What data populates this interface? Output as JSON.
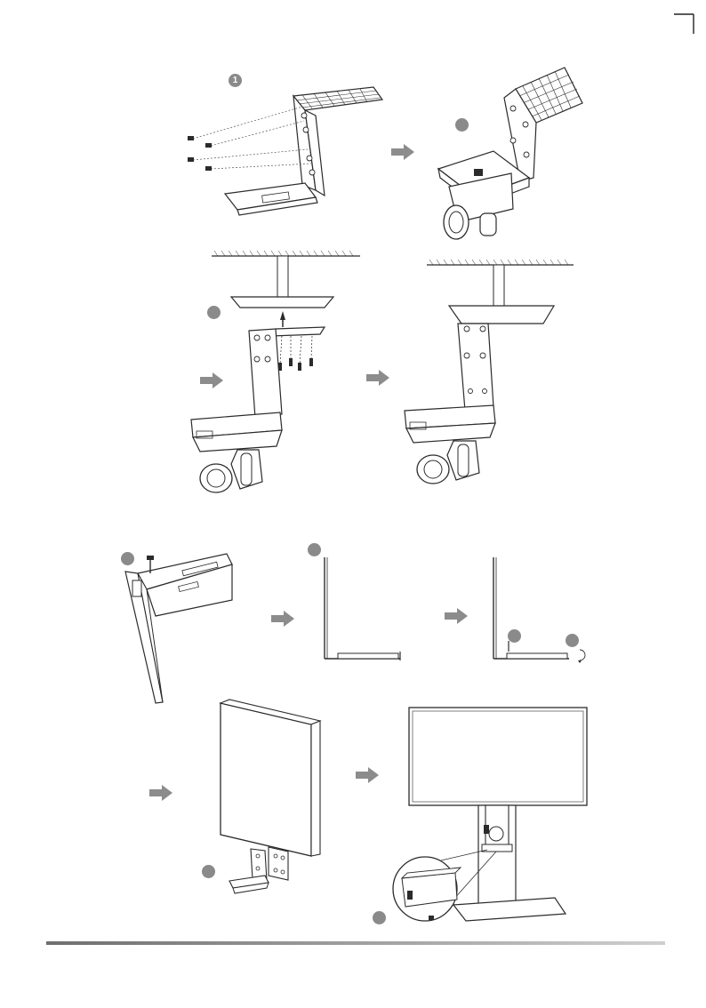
{
  "steps": [
    {
      "id": "1",
      "label": "1"
    },
    {
      "id": "2",
      "label": ""
    },
    {
      "id": "3",
      "label": ""
    },
    {
      "id": "4",
      "label": ""
    },
    {
      "id": "5",
      "label": ""
    },
    {
      "id": "6",
      "label": ""
    },
    {
      "id": "7",
      "label": ""
    },
    {
      "id": "8",
      "label": ""
    },
    {
      "id": "9",
      "label": ""
    }
  ],
  "colors": {
    "line": "#2b2b2b",
    "badge": "#8a8a8a",
    "arrow": "#8c8c8c",
    "rule_start": "#6e6e6e",
    "rule_end": "#cfcfcf"
  },
  "icons": {
    "next": "right-arrow-icon",
    "badge": "step-number-icon",
    "corner": "corner-crop-mark-icon"
  }
}
